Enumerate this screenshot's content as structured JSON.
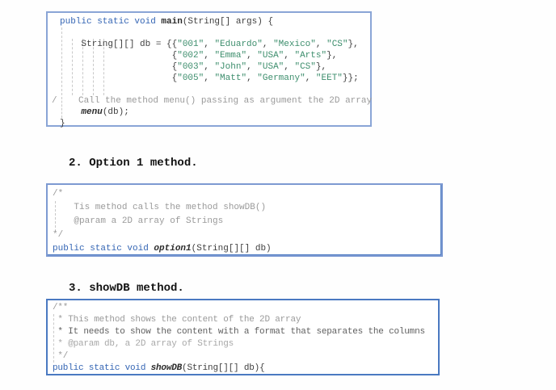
{
  "colors": {
    "keyword": "#3465b4",
    "string": "#3d8e6d",
    "plain": "#3f3f3f",
    "comment": "#9a9a9a",
    "comment_dark": "#5f5f5f",
    "comment_faint": "#a8a8a8",
    "function": "#2b2b2b",
    "heading": "#111111",
    "guide": "#c9c9c9",
    "box_border_1": "#8aa5d6",
    "box_border_2": "#7d9ad2",
    "box_border_3": "#4a79c1"
  },
  "sections": [
    {
      "heading": "2. Option 1 method."
    },
    {
      "heading": "3. showDB method."
    }
  ],
  "code_boxes": [
    {
      "name": "main-method-snippet",
      "lines": [
        [
          {
            "t": "public static void ",
            "s": "keyword"
          },
          {
            "t": "main",
            "s": "function"
          },
          {
            "t": "(String[] args) {",
            "s": "plain"
          }
        ],
        [],
        [
          {
            "t": "    String[][] db = {{",
            "s": "plain"
          },
          {
            "t": "\"001\"",
            "s": "string"
          },
          {
            "t": ", ",
            "s": "plain"
          },
          {
            "t": "\"Eduardo\"",
            "s": "string"
          },
          {
            "t": ", ",
            "s": "plain"
          },
          {
            "t": "\"Mexico\"",
            "s": "string"
          },
          {
            "t": ", ",
            "s": "plain"
          },
          {
            "t": "\"CS\"",
            "s": "string"
          },
          {
            "t": "},",
            "s": "plain"
          }
        ],
        [
          {
            "t": "                     {",
            "s": "plain"
          },
          {
            "t": "\"002\"",
            "s": "string"
          },
          {
            "t": ", ",
            "s": "plain"
          },
          {
            "t": "\"Emma\"",
            "s": "string"
          },
          {
            "t": ", ",
            "s": "plain"
          },
          {
            "t": "\"USA\"",
            "s": "string"
          },
          {
            "t": ", ",
            "s": "plain"
          },
          {
            "t": "\"Arts\"",
            "s": "string"
          },
          {
            "t": "},",
            "s": "plain"
          }
        ],
        [
          {
            "t": "                     {",
            "s": "plain"
          },
          {
            "t": "\"003\"",
            "s": "string"
          },
          {
            "t": ", ",
            "s": "plain"
          },
          {
            "t": "\"John\"",
            "s": "string"
          },
          {
            "t": ", ",
            "s": "plain"
          },
          {
            "t": "\"USA\"",
            "s": "string"
          },
          {
            "t": ", ",
            "s": "plain"
          },
          {
            "t": "\"CS\"",
            "s": "string"
          },
          {
            "t": "},",
            "s": "plain"
          }
        ],
        [
          {
            "t": "                     {",
            "s": "plain"
          },
          {
            "t": "\"005\"",
            "s": "string"
          },
          {
            "t": ", ",
            "s": "plain"
          },
          {
            "t": "\"Matt\"",
            "s": "string"
          },
          {
            "t": ", ",
            "s": "plain"
          },
          {
            "t": "\"Germany\"",
            "s": "string"
          },
          {
            "t": ", ",
            "s": "plain"
          },
          {
            "t": "\"EET\"",
            "s": "string"
          },
          {
            "t": "}};",
            "s": "plain"
          }
        ],
        [],
        [
          {
            "t": "/",
            "s": "comment-gutter"
          },
          {
            "t": "    Call the method menu() passing as argument the 2D array",
            "s": "comment"
          }
        ],
        [
          {
            "t": "    ",
            "s": "plain"
          },
          {
            "t": "menu",
            "s": "function-italic"
          },
          {
            "t": "(db);",
            "s": "plain"
          }
        ],
        [
          {
            "t": "}",
            "s": "plain"
          }
        ]
      ]
    },
    {
      "name": "option1-method-snippet",
      "lines": [
        [
          {
            "t": "/*",
            "s": "comment"
          }
        ],
        [
          {
            "t": "    Tis method calls the method showDB()",
            "s": "comment"
          }
        ],
        [
          {
            "t": "    @param a 2D array of Strings",
            "s": "comment"
          }
        ],
        [
          {
            "t": "*/",
            "s": "comment"
          }
        ],
        [
          {
            "t": "public static void ",
            "s": "keyword"
          },
          {
            "t": "option1",
            "s": "function-italic"
          },
          {
            "t": "(String[][] db)",
            "s": "plain"
          }
        ]
      ]
    },
    {
      "name": "showdb-method-snippet",
      "lines": [
        [
          {
            "t": "/**",
            "s": "comment"
          }
        ],
        [
          {
            "t": " * This method shows the content of the 2D array",
            "s": "comment"
          }
        ],
        [
          {
            "t": " * It needs to show the content with a format that separates the columns",
            "s": "comment-dark"
          }
        ],
        [
          {
            "t": " * @param db, a 2D array of Strings",
            "s": "comment-faint"
          }
        ],
        [
          {
            "t": " */",
            "s": "comment"
          }
        ],
        [
          {
            "t": "public static void ",
            "s": "keyword"
          },
          {
            "t": "showDB",
            "s": "function-italic"
          },
          {
            "t": "(String[][] db){",
            "s": "plain"
          }
        ]
      ]
    }
  ]
}
